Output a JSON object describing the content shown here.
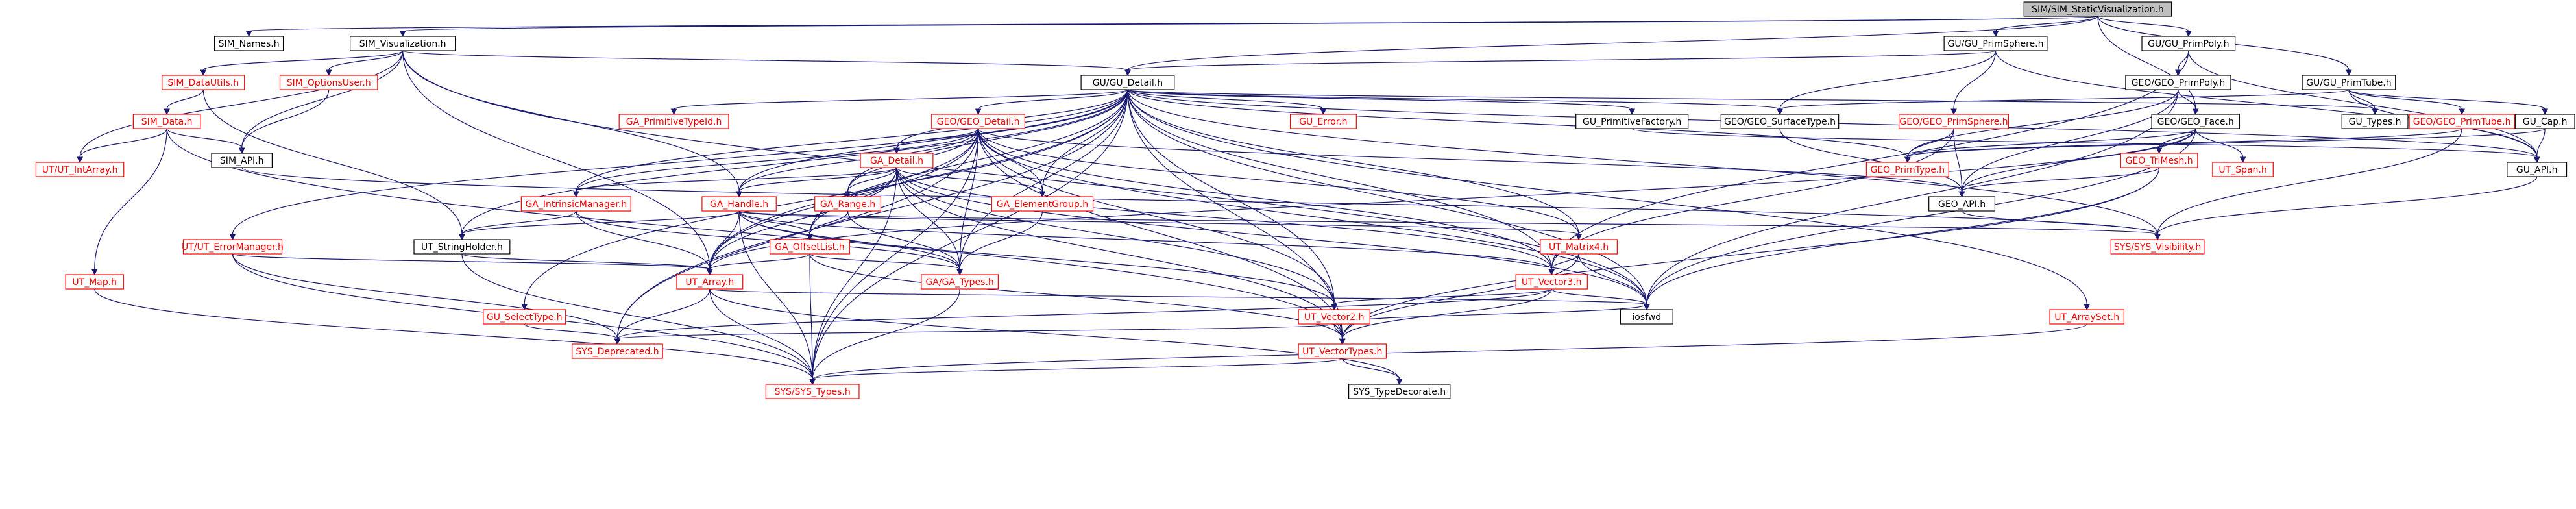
{
  "title": "SIM/SIM_StaticVisualization.h include dependency graph",
  "colors": {
    "edge": "#191970",
    "root_fill": "#bfbfbf",
    "link": "#000000",
    "missing": "#ff0000"
  },
  "nodes": [
    {
      "id": "root",
      "label": "SIM/SIM_StaticVisualization.h",
      "kind": "root"
    },
    {
      "id": "sim_names",
      "label": "SIM_Names.h",
      "kind": "link"
    },
    {
      "id": "sim_vis",
      "label": "SIM_Visualization.h",
      "kind": "link"
    },
    {
      "id": "gu_primsphere",
      "label": "GU/GU_PrimSphere.h",
      "kind": "link"
    },
    {
      "id": "gu_primpoly",
      "label": "GU/GU_PrimPoly.h",
      "kind": "link"
    },
    {
      "id": "sim_datautils",
      "label": "SIM_DataUtils.h",
      "kind": "missing"
    },
    {
      "id": "sim_optionsuser",
      "label": "SIM_OptionsUser.h",
      "kind": "missing"
    },
    {
      "id": "gu_detail",
      "label": "GU/GU_Detail.h",
      "kind": "link"
    },
    {
      "id": "geo_primpoly",
      "label": "GEO/GEO_PrimPoly.h",
      "kind": "link"
    },
    {
      "id": "gu_primtube",
      "label": "GU/GU_PrimTube.h",
      "kind": "link"
    },
    {
      "id": "sim_data",
      "label": "SIM_Data.h",
      "kind": "missing"
    },
    {
      "id": "ga_primitivetypeid",
      "label": "GA_PrimitiveTypeId.h",
      "kind": "missing"
    },
    {
      "id": "geo_detail",
      "label": "GEO/GEO_Detail.h",
      "kind": "missing"
    },
    {
      "id": "gu_error",
      "label": "GU_Error.h",
      "kind": "missing"
    },
    {
      "id": "gu_primitivefactory",
      "label": "GU_PrimitiveFactory.h",
      "kind": "link"
    },
    {
      "id": "geo_surfacetype",
      "label": "GEO/GEO_SurfaceType.h",
      "kind": "link"
    },
    {
      "id": "geo_primsphere",
      "label": "GEO/GEO_PrimSphere.h",
      "kind": "missing"
    },
    {
      "id": "geo_face",
      "label": "GEO/GEO_Face.h",
      "kind": "link"
    },
    {
      "id": "gu_types",
      "label": "GU_Types.h",
      "kind": "link"
    },
    {
      "id": "geo_primtube",
      "label": "GEO/GEO_PrimTube.h",
      "kind": "missing"
    },
    {
      "id": "gu_cap",
      "label": "GU_Cap.h",
      "kind": "link"
    },
    {
      "id": "sim_api",
      "label": "SIM_API.h",
      "kind": "link"
    },
    {
      "id": "ut_intarray",
      "label": "UT/UT_IntArray.h",
      "kind": "missing"
    },
    {
      "id": "ga_detail",
      "label": "GA_Detail.h",
      "kind": "missing"
    },
    {
      "id": "geo_tri",
      "label": "GEO_TriMesh.h",
      "kind": "missing"
    },
    {
      "id": "ut_span",
      "label": "UT_Span.h",
      "kind": "missing"
    },
    {
      "id": "geo_primtype",
      "label": "GEO_PrimType.h",
      "kind": "missing"
    },
    {
      "id": "gu_api",
      "label": "GU_API.h",
      "kind": "link"
    },
    {
      "id": "ga_intrinsicmanager",
      "label": "GA_IntrinsicManager.h",
      "kind": "missing"
    },
    {
      "id": "ga_range",
      "label": "GA_Range.h",
      "kind": "missing"
    },
    {
      "id": "ga_elementgroup",
      "label": "GA_ElementGroup.h",
      "kind": "missing"
    },
    {
      "id": "geo_api",
      "label": "GEO_API.h",
      "kind": "link"
    },
    {
      "id": "ga_handle",
      "label": "GA_Handle.h",
      "kind": "missing"
    },
    {
      "id": "ut_errormanager",
      "label": "UT/UT_ErrorManager.h",
      "kind": "missing"
    },
    {
      "id": "ut_stringholder",
      "label": "UT_StringHolder.h",
      "kind": "link"
    },
    {
      "id": "ga_offsetlist",
      "label": "GA_OffsetList.h",
      "kind": "missing"
    },
    {
      "id": "ga_types",
      "label": "GA/GA_Types.h",
      "kind": "missing"
    },
    {
      "id": "ut_matrix4",
      "label": "UT_Matrix4.h",
      "kind": "missing"
    },
    {
      "id": "sys_visibility",
      "label": "SYS/SYS_Visibility.h",
      "kind": "missing"
    },
    {
      "id": "ut_map",
      "label": "UT_Map.h",
      "kind": "missing"
    },
    {
      "id": "ut_array",
      "label": "UT_Array.h",
      "kind": "missing"
    },
    {
      "id": "ut_vector3",
      "label": "UT_Vector3.h",
      "kind": "missing"
    },
    {
      "id": "gu_selecttype",
      "label": "GU_SelectType.h",
      "kind": "missing"
    },
    {
      "id": "ut_vector2",
      "label": "UT_Vector2.h",
      "kind": "missing"
    },
    {
      "id": "ut_arrayset",
      "label": "UT_ArraySet.h",
      "kind": "missing"
    },
    {
      "id": "sys_deprecated",
      "label": "SYS_Deprecated.h",
      "kind": "missing"
    },
    {
      "id": "ut_vectortypes",
      "label": "UT_VectorTypes.h",
      "kind": "missing"
    },
    {
      "id": "iosfwd",
      "label": "iosfwd",
      "kind": "link"
    },
    {
      "id": "sys_types",
      "label": "SYS/SYS_Types.h",
      "kind": "missing"
    },
    {
      "id": "sys_typedecorate",
      "label": "SYS_TypeDecorate.h",
      "kind": "link"
    }
  ],
  "edges": [
    [
      "root",
      "sim_names"
    ],
    [
      "root",
      "sim_vis"
    ],
    [
      "root",
      "gu_detail"
    ],
    [
      "root",
      "gu_primsphere"
    ],
    [
      "root",
      "geo_face"
    ],
    [
      "root",
      "gu_primpoly"
    ],
    [
      "root",
      "gu_primtube"
    ],
    [
      "sim_vis",
      "sim_datautils"
    ],
    [
      "sim_vis",
      "sim_optionsuser"
    ],
    [
      "sim_vis",
      "gu_detail"
    ],
    [
      "sim_vis",
      "sim_api"
    ],
    [
      "sim_vis",
      "ut_intarray"
    ],
    [
      "sim_vis",
      "ga_handle"
    ],
    [
      "sim_vis",
      "ut_array"
    ],
    [
      "sim_vis",
      "iosfwd"
    ],
    [
      "sim_datautils",
      "sim_data"
    ],
    [
      "sim_datautils",
      "ut_stringholder"
    ],
    [
      "sim_optionsuser",
      "sim_api"
    ],
    [
      "sim_data",
      "sim_api"
    ],
    [
      "sim_data",
      "ut_intarray"
    ],
    [
      "sim_data",
      "ut_map"
    ],
    [
      "sim_data",
      "ut_vectortypes"
    ],
    [
      "sim_api",
      "sys_visibility"
    ],
    [
      "gu_primsphere",
      "gu_detail"
    ],
    [
      "gu_primsphere",
      "geo_surfacetype"
    ],
    [
      "gu_primsphere",
      "geo_primsphere"
    ],
    [
      "gu_primsphere",
      "gu_api"
    ],
    [
      "gu_primpoly",
      "geo_primpoly"
    ],
    [
      "gu_primpoly",
      "gu_api"
    ],
    [
      "gu_primpoly",
      "ut_vector3"
    ],
    [
      "geo_primpoly",
      "geo_face"
    ],
    [
      "geo_primpoly",
      "geo_api"
    ],
    [
      "geo_primpoly",
      "iosfwd"
    ],
    [
      "geo_primpoly",
      "geo_primtype"
    ],
    [
      "gu_primtube",
      "geo_primtube"
    ],
    [
      "gu_primtube",
      "gu_cap"
    ],
    [
      "gu_primtube",
      "gu_api"
    ],
    [
      "gu_primtube",
      "gu_types"
    ],
    [
      "gu_primtube",
      "geo_surfacetype"
    ],
    [
      "geo_primtube",
      "geo_primtype"
    ],
    [
      "geo_primtube",
      "sys_visibility"
    ],
    [
      "gu_cap",
      "gu_api"
    ],
    [
      "gu_cap",
      "geo_primtype"
    ],
    [
      "geo_primsphere",
      "geo_primtype"
    ],
    [
      "geo_primsphere",
      "geo_api"
    ],
    [
      "geo_primsphere",
      "ut_vector3"
    ],
    [
      "geo_face",
      "geo_tri"
    ],
    [
      "geo_face",
      "ut_span"
    ],
    [
      "geo_face",
      "geo_primtype"
    ],
    [
      "geo_face",
      "geo_api"
    ],
    [
      "geo_face",
      "ut_array"
    ],
    [
      "geo_face",
      "iosfwd"
    ],
    [
      "geo_tri",
      "geo_api"
    ],
    [
      "geo_tri",
      "ut_vectortypes"
    ],
    [
      "geo_tri",
      "iosfwd"
    ],
    [
      "geo_surfacetype",
      "geo_api"
    ],
    [
      "gu_detail",
      "ga_primitivetypeid"
    ],
    [
      "gu_detail",
      "geo_detail"
    ],
    [
      "gu_detail",
      "gu_error"
    ],
    [
      "gu_detail",
      "gu_primitivefactory"
    ],
    [
      "gu_detail",
      "geo_surfacetype"
    ],
    [
      "gu_detail",
      "gu_types"
    ],
    [
      "gu_detail",
      "gu_api"
    ],
    [
      "gu_detail",
      "ga_detail"
    ],
    [
      "gu_detail",
      "ga_intrinsicmanager"
    ],
    [
      "gu_detail",
      "ga_range"
    ],
    [
      "gu_detail",
      "ga_elementgroup"
    ],
    [
      "gu_detail",
      "ga_handle"
    ],
    [
      "gu_detail",
      "ut_stringholder"
    ],
    [
      "gu_detail",
      "ut_errormanager"
    ],
    [
      "gu_detail",
      "gu_selecttype"
    ],
    [
      "gu_detail",
      "ut_array"
    ],
    [
      "gu_detail",
      "ut_vector3"
    ],
    [
      "gu_detail",
      "ut_vector2"
    ],
    [
      "gu_detail",
      "ut_matrix4"
    ],
    [
      "gu_detail",
      "ut_arrayset"
    ],
    [
      "gu_detail",
      "sys_deprecated"
    ],
    [
      "gu_detail",
      "ut_vectortypes"
    ],
    [
      "gu_detail",
      "iosfwd"
    ],
    [
      "gu_detail",
      "sys_types"
    ],
    [
      "gu_detail",
      "geo_primtype"
    ],
    [
      "gu_detail",
      "sys_visibility"
    ],
    [
      "gu_detail",
      "ga_types"
    ],
    [
      "gu_detail",
      "ga_offsetlist"
    ],
    [
      "gu_primitivefactory",
      "gu_api"
    ],
    [
      "geo_detail",
      "ga_detail"
    ],
    [
      "geo_detail",
      "ga_intrinsicmanager"
    ],
    [
      "geo_detail",
      "ga_handle"
    ],
    [
      "geo_detail",
      "ga_range"
    ],
    [
      "geo_detail",
      "ga_elementgroup"
    ],
    [
      "geo_detail",
      "geo_api"
    ],
    [
      "geo_detail",
      "ga_types"
    ],
    [
      "geo_detail",
      "ut_array"
    ],
    [
      "geo_detail",
      "ut_vector3"
    ],
    [
      "geo_detail",
      "ut_matrix4"
    ],
    [
      "geo_detail",
      "ut_vector2"
    ],
    [
      "geo_detail",
      "sys_deprecated"
    ],
    [
      "geo_detail",
      "ut_vectortypes"
    ],
    [
      "geo_detail",
      "iosfwd"
    ],
    [
      "geo_detail",
      "sys_types"
    ],
    [
      "geo_detail",
      "ga_offsetlist"
    ],
    [
      "ga_detail",
      "ga_intrinsicmanager"
    ],
    [
      "ga_detail",
      "ga_handle"
    ],
    [
      "ga_detail",
      "ga_range"
    ],
    [
      "ga_detail",
      "ga_elementgroup"
    ],
    [
      "ga_detail",
      "ga_offsetlist"
    ],
    [
      "ga_detail",
      "ga_types"
    ],
    [
      "ga_detail",
      "ut_array"
    ],
    [
      "ga_detail",
      "ut_vector3"
    ],
    [
      "ga_detail",
      "ut_vector2"
    ],
    [
      "ga_detail",
      "ut_vectortypes"
    ],
    [
      "ga_detail",
      "iosfwd"
    ],
    [
      "ga_detail",
      "sys_types"
    ],
    [
      "ga_intrinsicmanager",
      "ut_stringholder"
    ],
    [
      "ga_intrinsicmanager",
      "ut_array"
    ],
    [
      "ga_intrinsicmanager",
      "ga_types"
    ],
    [
      "ga_range",
      "ga_offsetlist"
    ],
    [
      "ga_range",
      "ga_types"
    ],
    [
      "ga_elementgroup",
      "ga_types"
    ],
    [
      "ga_handle",
      "ut_stringholder"
    ],
    [
      "ga_handle",
      "ga_offsetlist"
    ],
    [
      "ga_handle",
      "ga_types"
    ],
    [
      "ga_handle",
      "ut_matrix4"
    ],
    [
      "ga_handle",
      "ut_vector3"
    ],
    [
      "ga_handle",
      "ut_array"
    ],
    [
      "ga_handle",
      "sys_types"
    ],
    [
      "ga_handle",
      "sys_visibility"
    ],
    [
      "ga_handle",
      "ut_vector2"
    ],
    [
      "ga_offsetlist",
      "ut_array"
    ],
    [
      "ga_offsetlist",
      "ga_types"
    ],
    [
      "ga_offsetlist",
      "sys_types"
    ],
    [
      "ga_offsetlist",
      "ut_vectortypes"
    ],
    [
      "ga_types",
      "sys_types"
    ],
    [
      "ut_errormanager",
      "ut_array"
    ],
    [
      "ut_errormanager",
      "sys_deprecated"
    ],
    [
      "ut_errormanager",
      "sys_types"
    ],
    [
      "ut_stringholder",
      "ut_array"
    ],
    [
      "ut_stringholder",
      "sys_types"
    ],
    [
      "ut_matrix4",
      "ut_vector3"
    ],
    [
      "ut_matrix4",
      "ut_vectortypes"
    ],
    [
      "ut_matrix4",
      "iosfwd"
    ],
    [
      "ut_map",
      "sys_types"
    ],
    [
      "gu_selecttype",
      "sys_deprecated"
    ],
    [
      "ut_array",
      "sys_deprecated"
    ],
    [
      "ut_array",
      "sys_types"
    ],
    [
      "ut_array",
      "sys_typedecorate"
    ],
    [
      "ut_array",
      "iosfwd"
    ],
    [
      "ut_vector3",
      "ut_vector2"
    ],
    [
      "ut_vector3",
      "ut_vectortypes"
    ],
    [
      "ut_vector3",
      "sys_deprecated"
    ],
    [
      "ut_vector3",
      "iosfwd"
    ],
    [
      "ut_vector2",
      "ut_vectortypes"
    ],
    [
      "ut_vector2",
      "sys_deprecated"
    ],
    [
      "ut_vector2",
      "iosfwd"
    ],
    [
      "ut_arrayset",
      "sys_types"
    ],
    [
      "ut_vectortypes",
      "sys_types"
    ],
    [
      "ut_vectortypes",
      "sys_typedecorate"
    ],
    [
      "geo_api",
      "sys_visibility"
    ],
    [
      "gu_api",
      "sys_visibility"
    ]
  ]
}
